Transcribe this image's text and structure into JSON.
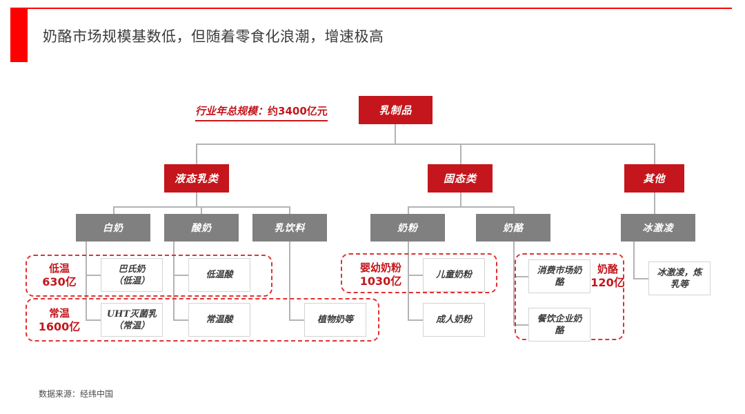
{
  "header": {
    "title": "奶酪市场规模基数低，但随着零食化浪潮，增速极高",
    "accent_color": "#fe0000"
  },
  "footer": {
    "source": "数据来源：经纬中国"
  },
  "diagram": {
    "total_label": {
      "prefix": "行业年总规模：",
      "amount": "约3400亿元"
    },
    "root": {
      "label": "乳制品"
    },
    "level2": [
      {
        "label": "液态乳类"
      },
      {
        "label": "固态类"
      },
      {
        "label": "其他"
      }
    ],
    "level3": [
      {
        "label": "白奶"
      },
      {
        "label": "酸奶"
      },
      {
        "label": "乳饮料"
      },
      {
        "label": "奶粉"
      },
      {
        "label": "奶酪"
      },
      {
        "label": "冰激凌"
      }
    ],
    "leaves": {
      "bai_nai_1": {
        "line1": "巴氏奶",
        "line2": "（低温）"
      },
      "bai_nai_2": {
        "line1": "UHT灭菌乳",
        "line2": "（常温）"
      },
      "suan_nai_1": {
        "line1": "低温酸",
        "line2": ""
      },
      "suan_nai_2": {
        "line1": "常温酸",
        "line2": ""
      },
      "ru_yin_1": {
        "line1": "植物奶等",
        "line2": ""
      },
      "nai_fen_1": {
        "line1": "儿童奶粉",
        "line2": ""
      },
      "nai_fen_2": {
        "line1": "成人奶粉",
        "line2": ""
      },
      "nai_lao_1": {
        "line1": "消费市场奶",
        "line2": "酪"
      },
      "nai_lao_2": {
        "line1": "餐饮企业奶",
        "line2": "酪"
      },
      "bing_ji_ling_1": {
        "line1": "冰激凌，炼",
        "line2": "乳等"
      }
    },
    "annotations": [
      {
        "name": "low-temp",
        "label": "低温",
        "value": "630亿"
      },
      {
        "name": "ambient",
        "label": "常温",
        "value": "1600亿"
      },
      {
        "name": "infant-formula",
        "label": "婴幼奶粉",
        "value": "1030亿"
      },
      {
        "name": "cheese",
        "label": "奶酪",
        "value": "120亿"
      }
    ],
    "colors": {
      "red_node": "#c4161c",
      "gray_node": "#808080",
      "connector": "#b3b3b3",
      "dashed": "#e03030"
    }
  }
}
